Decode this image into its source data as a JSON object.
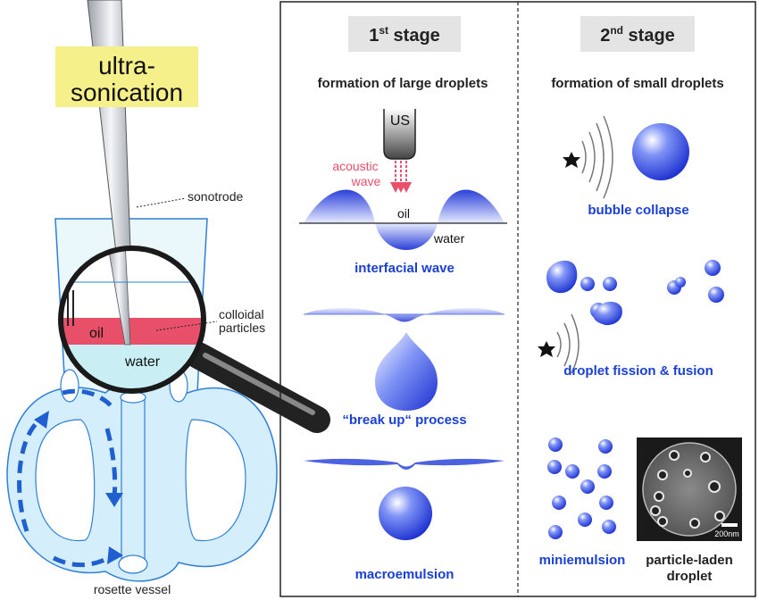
{
  "left": {
    "ultra_label_1": "ultra-",
    "ultra_label_2": "sonication",
    "sonotrode_label": "sonotrode",
    "colloidal_label_1": "colloidal",
    "colloidal_label_2": "particles",
    "oil_label": "oil",
    "water_label": "water",
    "vessel_label": "rosette vessel"
  },
  "stage1": {
    "title_prefix": "1",
    "title_sup": "st",
    "title_suffix": " stage",
    "subtitle": "formation of large droplets",
    "us_label": "US",
    "acoustic_1": "acoustic",
    "acoustic_2": "wave",
    "oil_label": "oil",
    "water_label": "water",
    "caption_wave": "interfacial wave",
    "caption_breakup": "“break up“ process",
    "caption_macro": "macroemulsion"
  },
  "stage2": {
    "title_prefix": "2",
    "title_sup": "nd",
    "title_suffix": " stage",
    "subtitle": "formation of small droplets",
    "caption_bubble": "bubble collapse",
    "caption_fission": "droplet fission & fusion",
    "caption_mini": "miniemulsion",
    "caption_particle_1": "particle-laden",
    "caption_particle_2": "droplet",
    "scale_label": "200nm"
  },
  "colors": {
    "accent_blue": "#1a3fd6",
    "oil_red": "#e8506a",
    "water_light": "#c9eff4",
    "highlight_yellow": "#f6f08a"
  }
}
